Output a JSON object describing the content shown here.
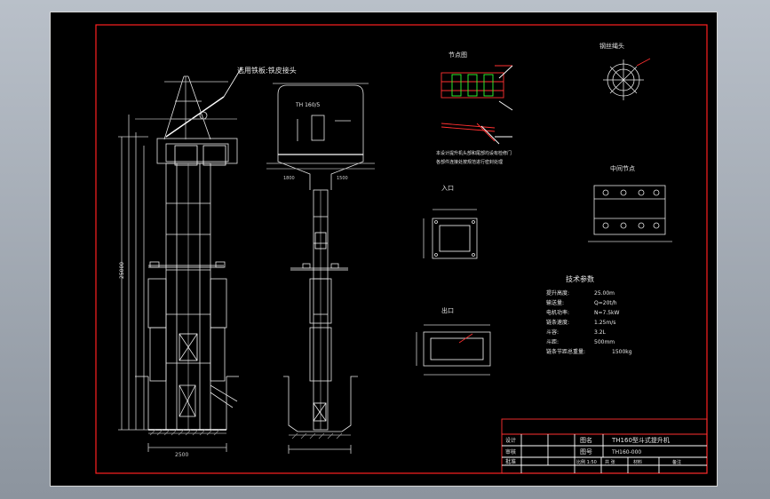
{
  "drawing": {
    "callout_main": "选用铁板:铁皮接头",
    "callout_top": "TH 160/5",
    "view_labels": {
      "detail_a": "节点图",
      "detail_b": "钢丝绳头",
      "inlet": "入口",
      "outlet": "出口",
      "detail_c": "中间节点"
    },
    "notes": {
      "line1": "本设计提升机头部和尾部均设有检修门",
      "line2": "各部件连接处按规范进行密封处理"
    },
    "dims": {
      "height_total": "25000",
      "width_left": "1800",
      "width_right": "1500",
      "pit_depth": "2500"
    }
  },
  "spec": {
    "title": "技术参数",
    "rows": [
      {
        "label": "提升高度:",
        "value": "25.00m"
      },
      {
        "label": "输送量:",
        "value": "Q=20t/h"
      },
      {
        "label": "电机功率:",
        "value": "N=7.5kW"
      },
      {
        "label": "链条速度:",
        "value": "1.25m/s"
      },
      {
        "label": "斗容:",
        "value": "3.2L"
      },
      {
        "label": "斗距:",
        "value": "500mm"
      },
      {
        "label": "链条节距总重量:",
        "value": "1500kg"
      }
    ]
  },
  "title_block": {
    "drawing_name_label": "图名",
    "drawing_name": "TH160型斗式提升机",
    "drawing_no_label": "图号",
    "drawing_no": "TH160-000",
    "row_labels": [
      "设计",
      "审核",
      "批准"
    ],
    "bottom_cells": [
      "比例 1:50",
      "共 张",
      "材料",
      "备注"
    ]
  }
}
